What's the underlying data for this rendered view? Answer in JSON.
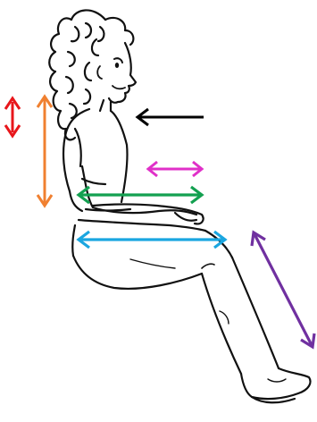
{
  "figure": {
    "subject": "seated-person-line-drawing"
  },
  "arrows": [
    {
      "id": "red",
      "kind": "double-vertical",
      "color": "#e8161b"
    },
    {
      "id": "orange",
      "kind": "double-vertical",
      "color": "#f08030"
    },
    {
      "id": "black",
      "kind": "single-left",
      "color": "#000000"
    },
    {
      "id": "magenta",
      "kind": "double-horizontal",
      "color": "#e030c8"
    },
    {
      "id": "green",
      "kind": "double-horizontal",
      "color": "#13a050"
    },
    {
      "id": "cyan",
      "kind": "double-horizontal",
      "color": "#1aa6e0"
    },
    {
      "id": "purple",
      "kind": "double-diagonal",
      "color": "#7030a0"
    }
  ]
}
